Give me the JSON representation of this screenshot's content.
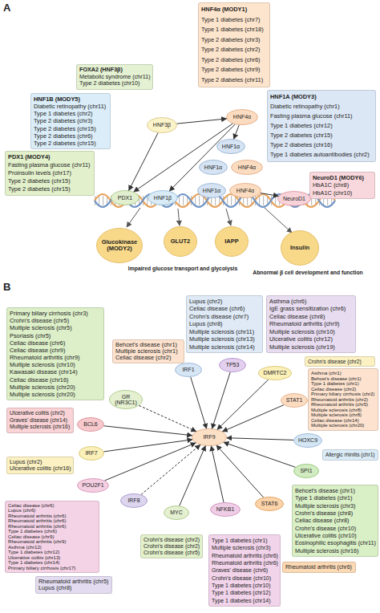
{
  "diagram": {
    "nodes": [
      {
        "text": [
          "HNF4α (MODY1)",
          "Type 1 diabetes (chr7)",
          "Type 1 diabetes (chr18)",
          "Type 2 diabetes (chr3)",
          "Type 2 diabetes (chr2)",
          "Type 2 diabetes (chr6)",
          "Type 2 diabetes (chr9)",
          "Type 2 diabetes (chr11)"
        ]
      },
      {
        "text": [
          "FOXA2 (HNF3β)",
          "Metabolic syndrome (chr11)",
          "Type 2 diabetes (chr10)"
        ]
      },
      {
        "text": [
          "HNF3β"
        ]
      },
      {
        "text": [
          "HNF4α"
        ]
      },
      {
        "text": [
          "HNF1B (MODY5)",
          "Diabetic retinopathy (chr11)",
          "Type 1 diabetes (chr2)",
          "Type 2 diabetes (chr3)",
          "Type 2 diabetes (chr15)",
          "Type 2 diabetes (chr6)",
          "Type 2 diabetes (chr15)"
        ]
      },
      {
        "text": [
          "HNF1A (MODY3)",
          "Diabetic retinopathy (chr1)",
          "Fasting plasma glucose (chr11)",
          "Type 1 diabetes (chr12)",
          "Type 2 diabetes (chr15)",
          "Type 2 diabetes (chr16)",
          "Type 1 diabetes autoantibodies (chr2)"
        ]
      },
      {
        "text": [
          "HNF1α"
        ]
      },
      {
        "text": [
          "HNF1α"
        ]
      },
      {
        "text": [
          "HNF4α"
        ]
      },
      {
        "text": [
          "PDX1 (MODY4)",
          "Fasting plasma glucose (chr11)",
          "Proinsulin levels (chr17)",
          "Type 2 diabetes (chr15)",
          "Type 2 diabetes (chr15)"
        ]
      },
      {
        "text": [
          "PDX1"
        ]
      },
      {
        "text": [
          "HNF1β"
        ]
      },
      {
        "text": [
          "HNF1α"
        ]
      },
      {
        "text": [
          "HNF4α"
        ]
      },
      {
        "text": [
          "NeuroD1 (MODY6)",
          "HbA1C (chr8)",
          "HbA1C (chr10)"
        ]
      },
      {
        "text": [
          "NeuroD1"
        ]
      },
      {
        "text": [
          "Glucokinase (MODY2)"
        ]
      },
      {
        "text": [
          "GLUT2"
        ]
      },
      {
        "text": [
          "IAPP"
        ]
      },
      {
        "text": [
          "Insulin"
        ]
      },
      {
        "text": [
          "Primary biliary cirrhosis (chr3)",
          "Crohn's disease (chr5)",
          "Multiple sclerosis (chr5)",
          "Psoriasis (chr5)",
          "Celiac disease (chr6)",
          "Celiac disease (chr9)",
          "Rheumatoid arthritis (chr9)",
          "Multiple sclerosis (chr10)",
          "Kawasaki disease (chr14)",
          "Celiac disease (chr16)",
          "Multiple sclerosis (chr20)",
          "Multiple sclerosis (chr20)"
        ]
      },
      {
        "text": [
          "Behcet's disease (chr1)",
          "Multiple sclerosis (chr1)",
          "Celiac disease (chr2)"
        ]
      },
      {
        "text": [
          "Lupus (chr2)",
          "Celiac disease (chr6)",
          "Crohn's disease (chr7)",
          "Lupus (chr8)",
          "Multiple sclerosis (chr11)",
          "Multiple sclerosis (chr13)",
          "Multiple sclerosis (chr14)"
        ]
      },
      {
        "text": [
          "Asthma (chr6)",
          "IgE grass sensitization (chr6)",
          "Celiac disease (chr8)",
          "Rheumatoid arthritis (chr9)",
          "Multiple sclerosis (chr10)",
          "Ulcerative colitis (chr12)",
          "Multiple sclerosis (chr19)"
        ]
      },
      {
        "text": [
          "IRF1"
        ]
      },
      {
        "text": [
          "TP53"
        ]
      },
      {
        "text": [
          "Crohn's disease (chr2)"
        ]
      },
      {
        "text": [
          "GR (NR3C1)"
        ]
      },
      {
        "text": [
          "DMRTC2"
        ]
      },
      {
        "text": [
          "Asthma (chr1)",
          "Behcet's disease (chr1)",
          "Type 1 diabetes (chr1)",
          "Celiac disease (chr2)",
          "Primary biliary cirrhosis (chr2)",
          "Rheumatoid arthritis (chr2)",
          "Rheumatoid arthritis (chr5)",
          "Multiple sclerosis (chr8)",
          "Multiple sclerosis (chr8)",
          "Celiac disease (chr14)",
          "Multiple sclerosis (chr20)"
        ]
      },
      {
        "text": [
          "STAT1"
        ]
      },
      {
        "text": [
          "Ulcerative colitis (chr2)",
          "Graves' disease (chr14)",
          "Multiple sclerosis (chr16)"
        ]
      },
      {
        "text": [
          "BCL6"
        ]
      },
      {
        "text": [
          "IRF9"
        ]
      },
      {
        "text": [
          "HOXC9"
        ]
      },
      {
        "text": [
          "Lupus (chr2)",
          "Ulcerative colitis (chr16)"
        ]
      },
      {
        "text": [
          "IRF7"
        ]
      },
      {
        "text": [
          "SPI1"
        ]
      },
      {
        "text": [
          "Allergic rhinitis (chr1)"
        ]
      },
      {
        "text": [
          "POU2F1"
        ]
      },
      {
        "text": [
          "IRF8"
        ]
      },
      {
        "text": [
          "MYC"
        ]
      },
      {
        "text": [
          "NFKB1"
        ]
      },
      {
        "text": [
          "STAT6"
        ]
      },
      {
        "text": [
          "Celiac disease (chr6)",
          "Lupus (chr6)",
          "Rheumatoid arthritis (chr6)",
          "Rheumatoid arthritis (chr6)",
          "Rheumatoid arthritis (chr6)",
          "Type 1 diabetes (chr6)",
          "Celiac disease (chr9)",
          "Rheumatoid arthritis (chr9)",
          "Asthma (chr12)",
          "Type 1 diabetes (chr12)",
          "Ulcerative colitis (chr13)",
          "Type 1 diabetes (chr14)",
          "Primary biliary cirrhosis (chr17)"
        ]
      },
      {
        "text": [
          "Behcet's disease (chr1)",
          "Type 1 diabetes (chr1)",
          "Multiple sclerosis (chr3)",
          "Crohn's disease (chr8)",
          "Celiac disease (chr8)",
          "Crohn's disease (chr10)",
          "Ulcerative colitis (chr10)",
          "Eosinophilic esophagitis (chr11)",
          "Multiple sclerosis (chr16)"
        ]
      },
      {
        "text": [
          "Crohn's disease (chr2)",
          "Crohn's disease (chr2)",
          "Crohn's disease (chr5)"
        ]
      },
      {
        "text": [
          "Type 1 diabetes (chr1)",
          "Multiple sclerosis (chr3)",
          "Rheumatoid arthritis (chr6)",
          "Rheumatoid arthritis (chr6)",
          "Graves' disease (chr6)",
          "Crohn's disease (chr10)",
          "Type 1 diabetes (chr10)",
          "Type 1 diabetes (chr12)",
          "Type 1 diabetes (chr14)"
        ]
      },
      {
        "text": [
          "Rheumatoid arthritis (chr5)",
          "Lupus (chr8)"
        ]
      },
      {
        "text": [
          "Rheumatoid arthritis (chr6)"
        ]
      }
    ],
    "edges": [
      {
        "from": 2,
        "to": 3,
        "arrow": "to"
      },
      {
        "from": 2,
        "to": 10,
        "arrow": "to"
      },
      {
        "from": 3,
        "to": 6,
        "arrow": "to"
      },
      {
        "from": 3,
        "to": 10,
        "arrow": "to"
      },
      {
        "from": 3,
        "to": 11,
        "arrow": "to"
      },
      {
        "from": 13,
        "to": 15,
        "arrow": "to"
      },
      {
        "from": 27,
        "to": 33,
        "arrow": "to"
      },
      {
        "from": 24,
        "to": 33,
        "arrow": "to"
      },
      {
        "from": 25,
        "to": 33,
        "arrow": "to"
      },
      {
        "from": 28,
        "to": 33,
        "arrow": "to"
      },
      {
        "from": 30,
        "to": 33,
        "arrow": "to"
      },
      {
        "from": 34,
        "to": 33,
        "arrow": "to"
      },
      {
        "from": 37,
        "to": 33,
        "arrow": "to"
      },
      {
        "from": 43,
        "to": 33,
        "arrow": "to"
      },
      {
        "from": 42,
        "to": 33,
        "arrow": "to"
      },
      {
        "from": 41,
        "to": 33,
        "arrow": "to"
      },
      {
        "from": 40,
        "to": 33,
        "arrow": "to"
      },
      {
        "from": 39,
        "to": 33,
        "arrow": "to"
      },
      {
        "from": 36,
        "to": 33,
        "arrow": "to"
      },
      {
        "from": 32,
        "to": 33,
        "arrow": "to"
      }
    ],
    "labels": [
      "A",
      "Impaired glucose transport and glycolysis",
      "Abnormal β cell development and function",
      "B"
    ]
  }
}
